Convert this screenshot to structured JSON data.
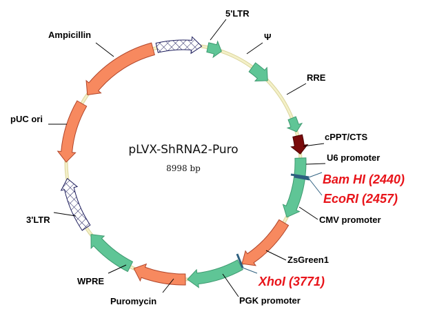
{
  "plasmid": {
    "name": "pLVX-ShRNA2-Puro",
    "size_label": "8998 bp",
    "backbone_color": "#f0ecc0"
  },
  "features": [
    {
      "id": "5ltr",
      "label": "5'LTR",
      "style": "hatch",
      "direction": "cw"
    },
    {
      "id": "psi",
      "label": "Ψ",
      "style": "green",
      "direction": "cw"
    },
    {
      "id": "rre",
      "label": "RRE",
      "style": "green",
      "direction": "cw"
    },
    {
      "id": "cppt",
      "label": "cPPT/CTS",
      "style": "green",
      "direction": "cw"
    },
    {
      "id": "u6",
      "label": "U6 promoter",
      "style": "darkred",
      "direction": "cw"
    },
    {
      "id": "cmv",
      "label": "CMV promoter",
      "style": "green",
      "direction": "cw"
    },
    {
      "id": "zsgreen",
      "label": "ZsGreen1",
      "style": "orange",
      "direction": "cw"
    },
    {
      "id": "pgk",
      "label": "PGK promoter",
      "style": "green",
      "direction": "cw"
    },
    {
      "id": "puro",
      "label": "Puromycin",
      "style": "orange",
      "direction": "cw"
    },
    {
      "id": "wpre",
      "label": "WPRE",
      "style": "green",
      "direction": "cw"
    },
    {
      "id": "3ltr",
      "label": "3'LTR",
      "style": "hatch",
      "direction": "cw"
    },
    {
      "id": "puc",
      "label": "pUC ori",
      "style": "orange",
      "direction": "ccw"
    },
    {
      "id": "amp",
      "label": "Ampicillin",
      "style": "orange",
      "direction": "ccw"
    }
  ],
  "sites": [
    {
      "id": "bamhi",
      "label": "Bam HI (2440)"
    },
    {
      "id": "ecori",
      "label": "EcoRI (2457)"
    },
    {
      "id": "xhoi",
      "label": "XhoI (3771)"
    }
  ],
  "colors": {
    "green": "#5fc596",
    "orange": "#f7895f",
    "darkred": "#7a0a0a",
    "hatch_line": "#1a1a5a",
    "site_text": "#e8141a",
    "site_line": "#2d5f7f"
  }
}
